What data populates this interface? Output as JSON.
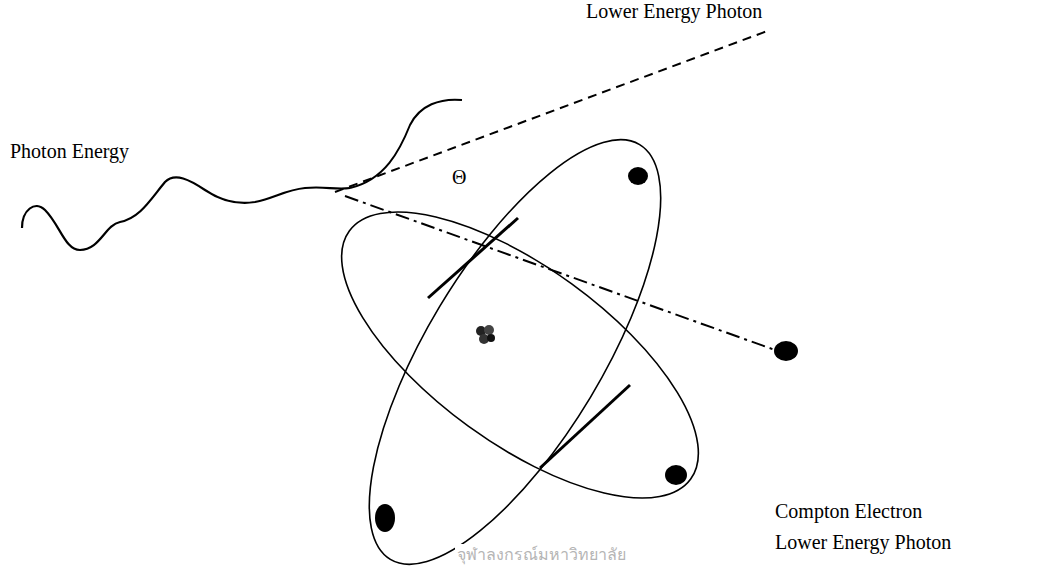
{
  "diagram": {
    "labels": [
      "Lower Energy Photon",
      "Photon Energy",
      "Θ",
      "Compton Electron",
      "Lower Energy Photon",
      "จุฬาลงกรณ์มหาวิทยาลัย"
    ]
  }
}
